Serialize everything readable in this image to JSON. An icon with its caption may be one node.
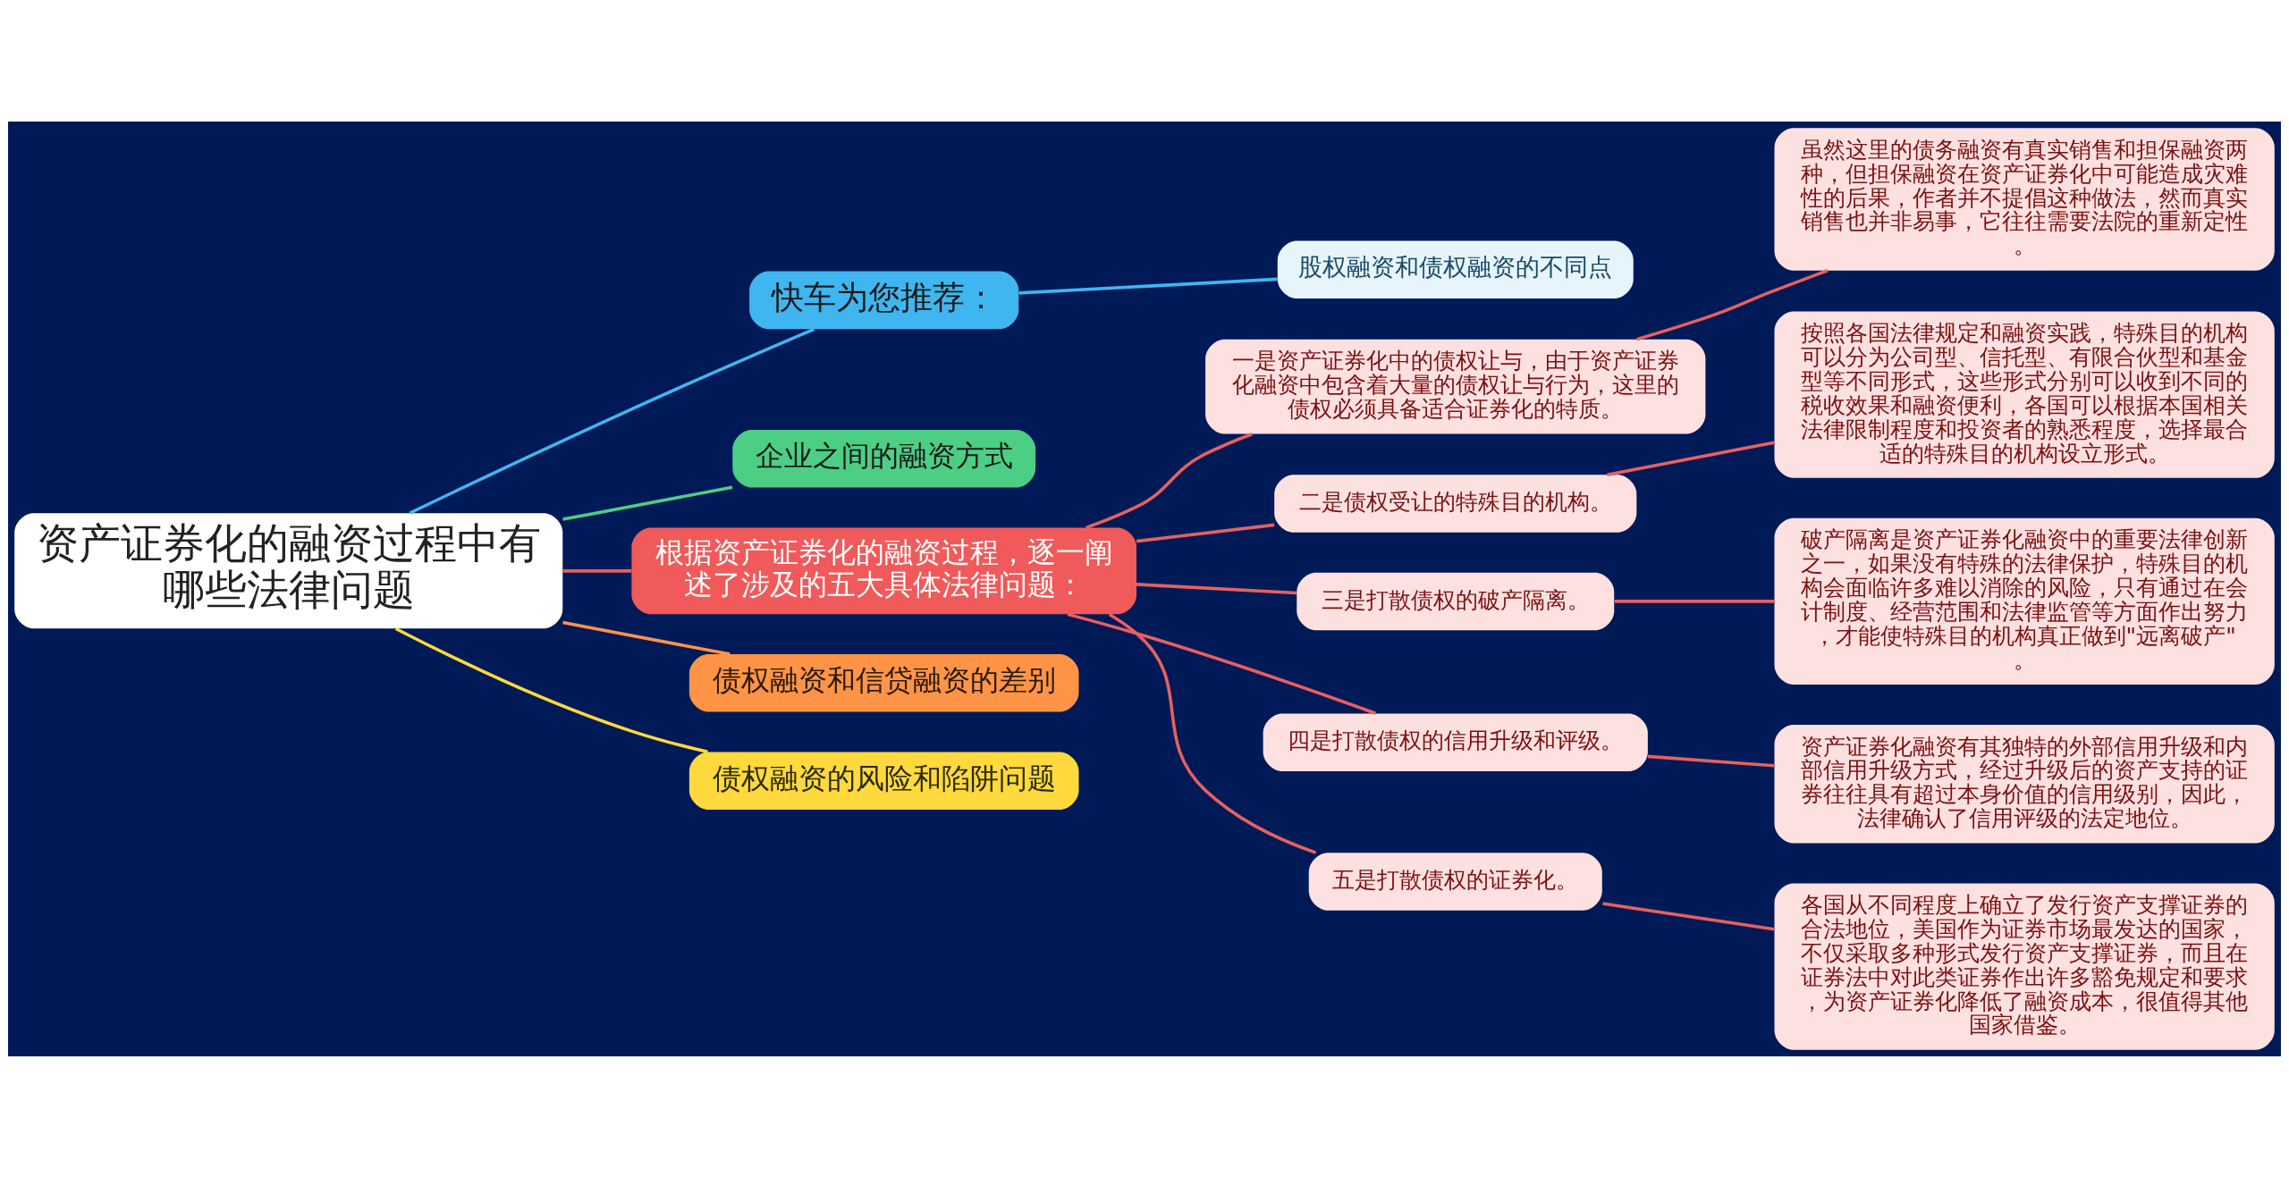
{
  "diagram": {
    "nodes": [
      {
        "text": [
          "资产证券化的融资过程中有哪些法律问题"
        ]
      },
      {
        "text": [
          "快车为您推荐："
        ]
      },
      {
        "text": [
          "股权融资和债权融资的不同点"
        ]
      },
      {
        "text": [
          "企业之间的融资方式"
        ]
      },
      {
        "text": [
          "根据资产证券化的融资过程，逐一阐述了涉及的五大具体法律问题："
        ]
      },
      {
        "text": [
          "一是资产证券化中的债权让与，由于资产证券化融资中包含着大量的债权让与行为，这里的债权必须具备适合证券化的特质。"
        ]
      },
      {
        "text": [
          "虽然这里的债务融资有真实销售和担保融资两种，但担保融资在资产证券化中可能造成灾难性的后果，作者并不提倡这种做法，然而真实销售也并非易事，它往往需要法院的重新定性。"
        ]
      },
      {
        "text": [
          "二是债权受让的特殊目的机构。"
        ]
      },
      {
        "text": [
          "按照各国法律规定和融资实践，特殊目的机构可以分为公司型、信托型、有限合伙型和基金型等不同形式，这些形式分别可以收到不同的税收效果和融资便利，各国可以根据本国相关法律限制程度和投资者的熟悉程度，选择最合适的特殊目的机构设立形式。"
        ]
      },
      {
        "text": [
          "三是打散债权的破产隔离。"
        ]
      },
      {
        "text": [
          "破产隔离是资产证券化融资中的重要法律创新之一，如果没有特殊的法律保护，特殊目的机构会面临许多难以消除的风险，只有通过在会计制度、经营范围和法律监管等方面作出努力，才能使特殊目的机构真正做到\"远离破产\"。"
        ]
      },
      {
        "text": [
          "四是打散债权的信用升级和评级。"
        ]
      },
      {
        "text": [
          "资产证券化融资有其独特的外部信用升级和内部信用升级方式，经过升级后的资产支持的证券往往具有超过本身价值的信用级别，因此，法律确认了信用评级的法定地位。"
        ]
      },
      {
        "text": [
          "五是打散债权的证券化。"
        ]
      },
      {
        "text": [
          "各国从不同程度上确立了发行资产支撑证券的合法地位，美国作为证券市场最发达的国家，不仅采取多种形式发行资产支撑证券，而且在证券法中对此类证券作出许多豁免规定和要求，为资产证券化降低了融资成本，很值得其他国家借鉴。"
        ]
      },
      {
        "text": [
          "债权融资和信贷融资的差别"
        ]
      },
      {
        "text": [
          "债权融资的风险和陷阱问题"
        ]
      }
    ],
    "edges": [
      {
        "from": 0,
        "to": 1,
        "arrow": "none",
        "color": "#3fb6f0"
      },
      {
        "from": 1,
        "to": 2,
        "arrow": "none",
        "color": "#3fb6f0"
      },
      {
        "from": 0,
        "to": 3,
        "arrow": "none",
        "color": "#4ccf85"
      },
      {
        "from": 0,
        "to": 4,
        "arrow": "none"
      },
      {
        "from": 4,
        "to": 5,
        "arrow": "none"
      },
      {
        "from": 5,
        "to": 6,
        "arrow": "none"
      },
      {
        "from": 4,
        "to": 7,
        "arrow": "none"
      },
      {
        "from": 7,
        "to": 8,
        "arrow": "none"
      },
      {
        "from": 4,
        "to": 9,
        "arrow": "none"
      },
      {
        "from": 9,
        "to": 10,
        "arrow": "none"
      },
      {
        "from": 4,
        "to": 11,
        "arrow": "none"
      },
      {
        "from": 11,
        "to": 12,
        "arrow": "none"
      },
      {
        "from": 4,
        "to": 13,
        "arrow": "none"
      },
      {
        "from": 13,
        "to": 14,
        "arrow": "none"
      },
      {
        "from": 0,
        "to": 15,
        "arrow": "none",
        "color": "#ff9447"
      },
      {
        "from": 0,
        "to": 16,
        "arrow": "none",
        "color": "#ffd93d"
      }
    ]
  }
}
